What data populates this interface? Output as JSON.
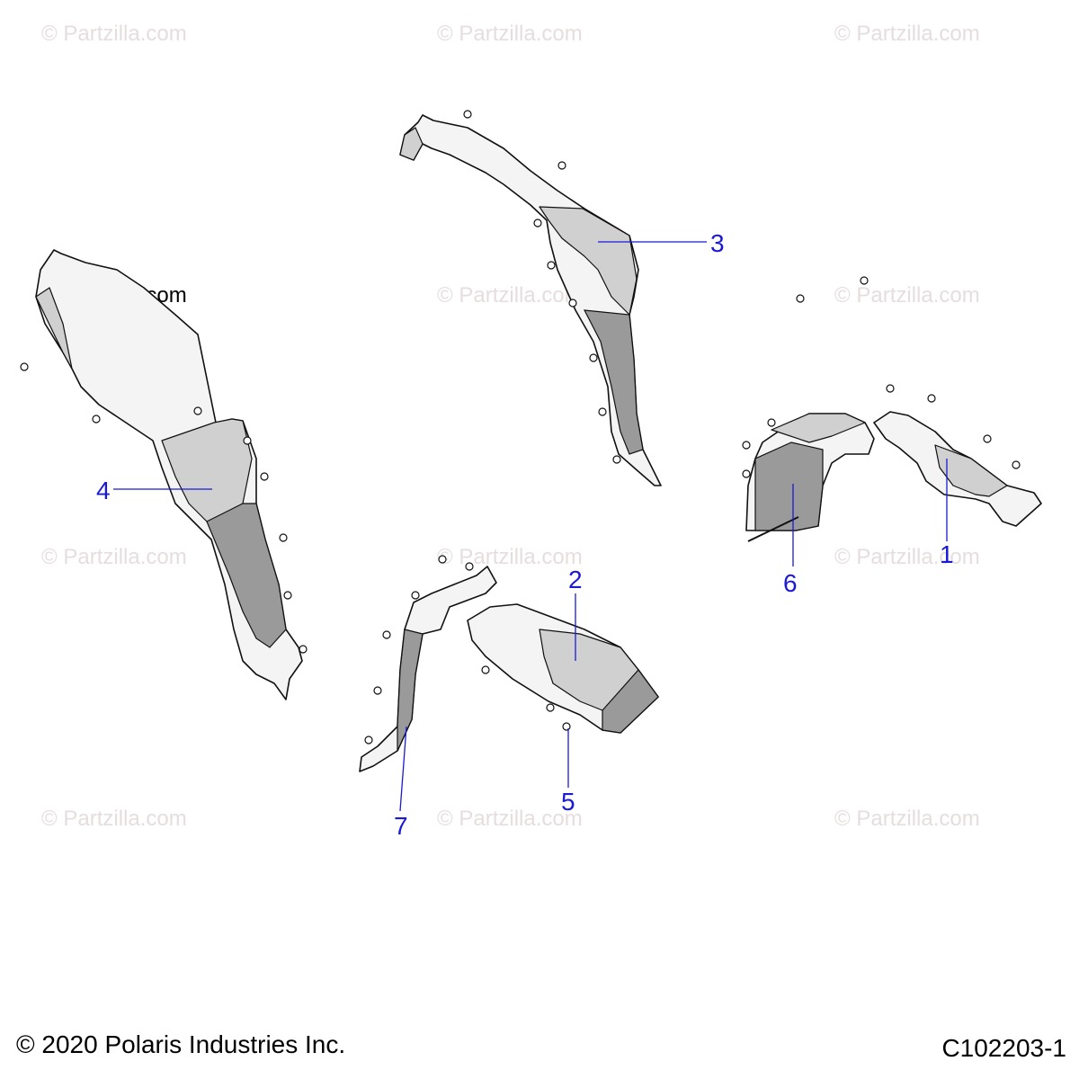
{
  "watermark": "© Partzilla.com",
  "copyright_main": "© Partzilla.com",
  "callouts": {
    "c1": "1",
    "c2": "2",
    "c3": "3",
    "c4": "4",
    "c5": "5",
    "c6": "6",
    "c7": "7"
  },
  "footer": {
    "copyright": "© 2020 Polaris Industries Inc.",
    "diagram_code": "C102203-1"
  }
}
